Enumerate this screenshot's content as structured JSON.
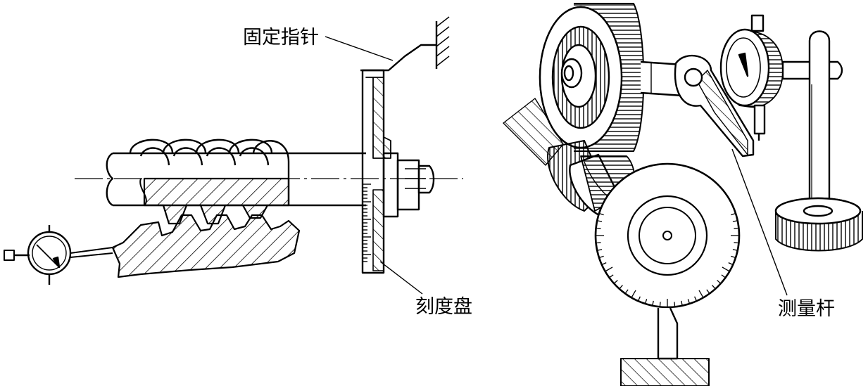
{
  "labels": {
    "fixed_pointer": "固定指针",
    "dial": "刻度盘",
    "measuring_rod": "测量杆"
  }
}
